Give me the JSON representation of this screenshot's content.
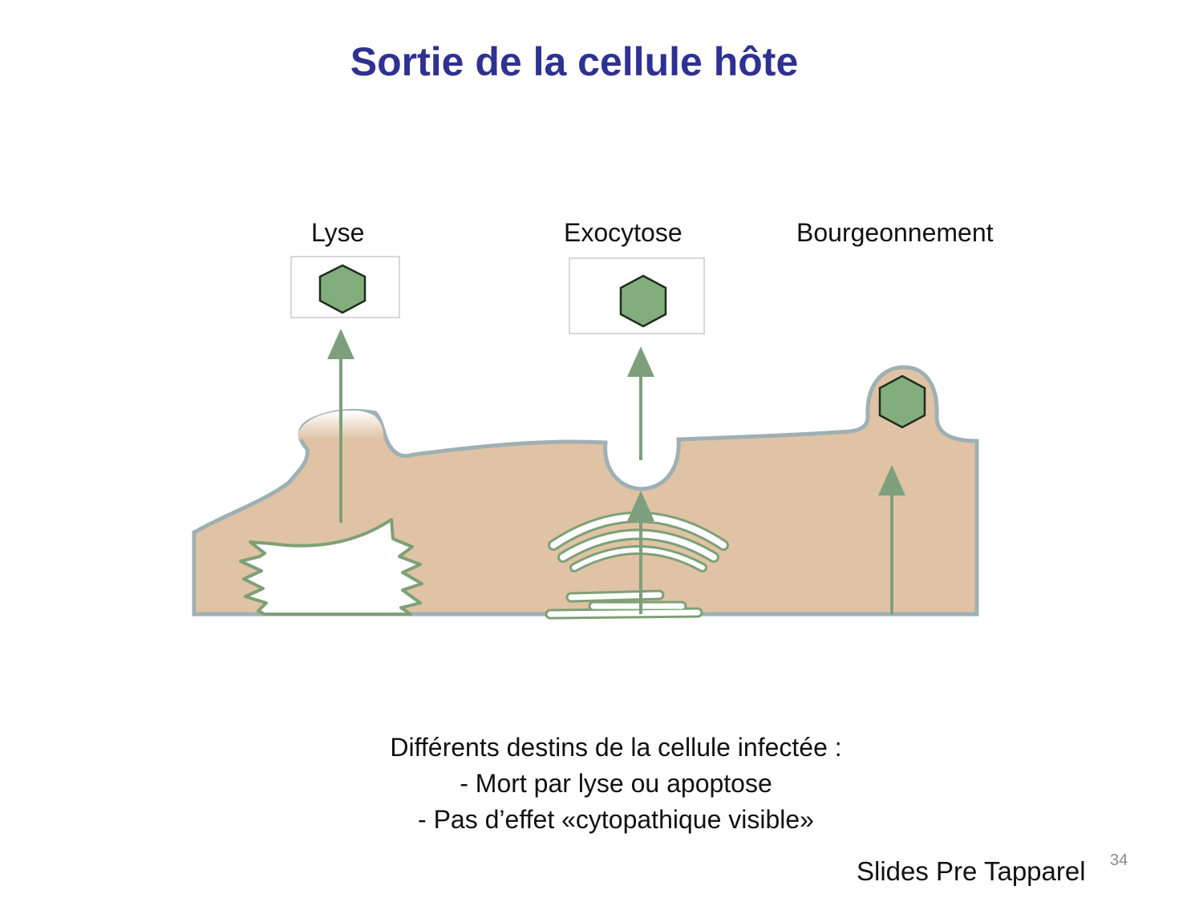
{
  "slide": {
    "title": "Sortie de la cellule hôte",
    "page_number": "34",
    "credit": "Slides Pre Tapparel"
  },
  "diagram": {
    "labels": {
      "lysis": "Lyse",
      "exocytosis": "Exocytose",
      "budding": "Bourgeonnement"
    },
    "colors": {
      "cytoplasm": "#dfc3a4",
      "membrane": "#9fb0b4",
      "virus_fill": "#82ad7c",
      "virus_stroke": "#1f2b1e",
      "arrow": "#7d9f7c",
      "organelle_outline": "#7ea077"
    }
  },
  "caption": {
    "line1": "Différents destins de la cellule infectée :",
    "line2": "- Mort par lyse ou apoptose",
    "line3": "- Pas d’effet «cytopathique visible»"
  }
}
